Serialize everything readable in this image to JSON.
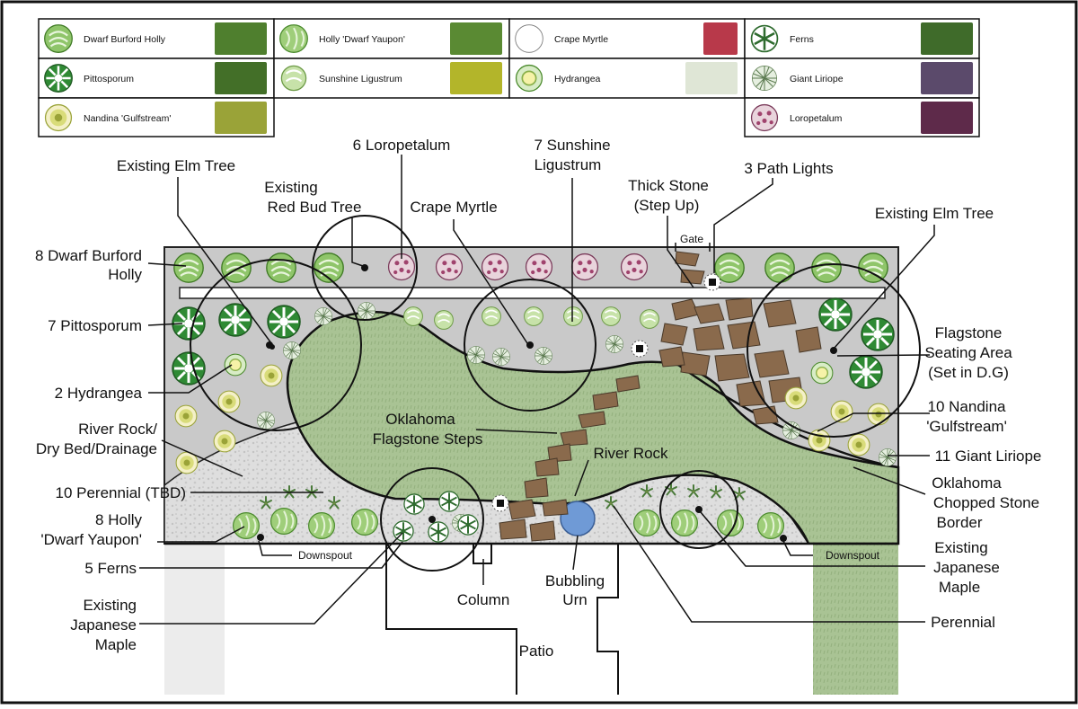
{
  "legend": [
    {
      "label": "Dwarf Burford Holly",
      "icon": "holly-icon",
      "photo": "#4f7f2e"
    },
    {
      "label": "Holly 'Dwarf Yaupon'",
      "icon": "yaupon-icon",
      "photo": "#5a8a33"
    },
    {
      "label": "Crape Myrtle",
      "icon": "crape-myrtle-icon",
      "photo": "#b8394a"
    },
    {
      "label": "Ferns",
      "icon": "fern-icon",
      "photo": "#3f6b2a"
    },
    {
      "label": "Pittosporum",
      "icon": "pittosporum-icon",
      "photo": "#436f28"
    },
    {
      "label": "Sunshine Ligustrum",
      "icon": "ligustrum-icon",
      "photo": "#b3b52a"
    },
    {
      "label": "Hydrangea",
      "icon": "hydrangea-icon",
      "photo": "#dfe6d6"
    },
    {
      "label": "Giant Liriope",
      "icon": "liriope-icon",
      "photo": "#5b4a6b"
    },
    {
      "label": "Nandina 'Gulfstream'",
      "icon": "nandina-icon",
      "photo": "#9aa338"
    },
    {
      "label": "Loropetalum",
      "icon": "loropetalum-icon",
      "photo": "#5e2a4a"
    }
  ],
  "labels": {
    "burford": "8 Dwarf Burford",
    "burford2": "Holly",
    "pittosporum": "7 Pittosporum",
    "hydrangea": "2 Hydrangea",
    "riverrock1": "River Rock/",
    "riverrock2": "Dry Bed/Drainage",
    "perennial_tbd": "10 Perennial (TBD)",
    "yaupon1": "8 Holly",
    "yaupon2": "'Dwarf Yaupon'",
    "ferns": "5 Ferns",
    "jm_left1": "Existing",
    "jm_left2": "Japanese",
    "jm_left3": "Maple",
    "elm_left": "Existing Elm Tree",
    "redbud1": "Existing",
    "redbud2": "Red Bud Tree",
    "loropetalum": "6 Loropetalum",
    "crape": "Crape Myrtle",
    "lig1": "7 Sunshine",
    "lig2": "Ligustrum",
    "stone1": "Thick Stone",
    "stone2": "(Step Up)",
    "lights": "3 Path Lights",
    "gate": "Gate",
    "elm_right": "Existing Elm Tree",
    "flag1": "Flagstone",
    "flag2": "Seating Area",
    "flag3": "(Set in D.G)",
    "nandina1": "10 Nandina",
    "nandina2": "'Gulfstream'",
    "liriope": "11 Giant Liriope",
    "border1": "Oklahoma",
    "border2": "Chopped Stone",
    "border3": "Border",
    "jm_right1": "Existing",
    "jm_right2": "Japanese",
    "jm_right3": "Maple",
    "perennial": "Perennial",
    "steps1": "Oklahoma",
    "steps2": "Flagstone Steps",
    "riverrock_center": "River Rock",
    "bubbling1": "Bubbling",
    "bubbling2": "Urn",
    "column": "Column",
    "patio": "Patio",
    "downspout_left": "Downspout",
    "downspout_right": "Downspout"
  },
  "colors": {
    "bed": "#c9c9c9",
    "lawn": "#a7c292",
    "flagstone": "#8a6a4c",
    "riverrock": "#dcdcdc",
    "urn": "#6f9ad6"
  }
}
